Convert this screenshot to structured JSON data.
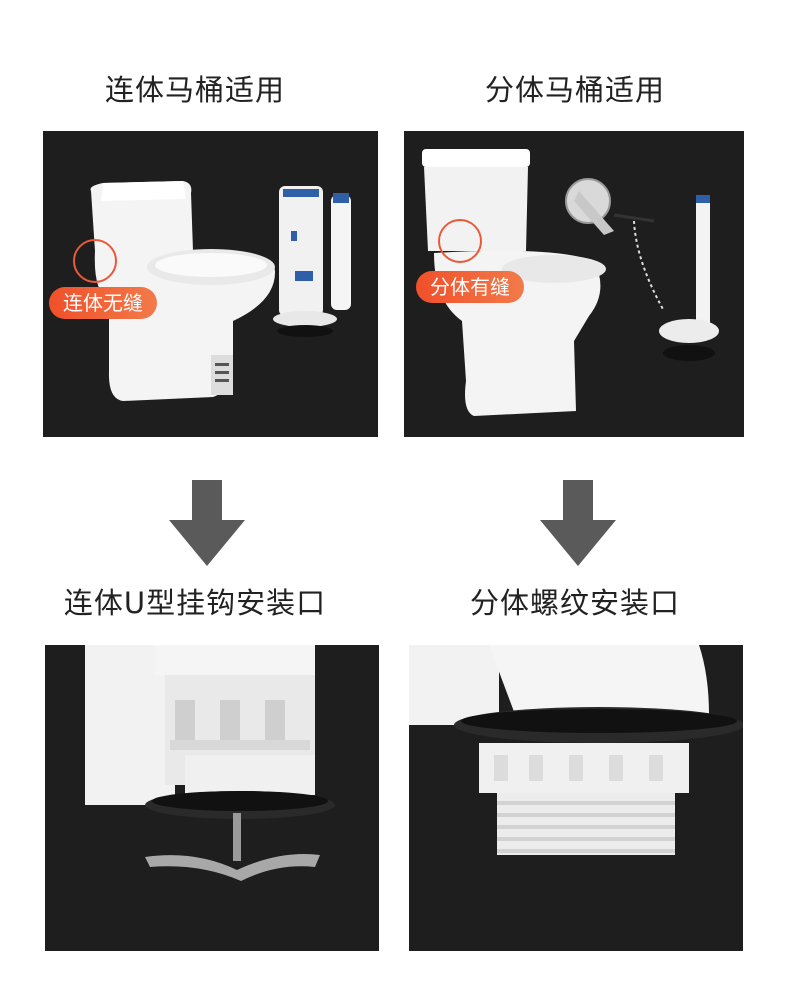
{
  "headings": {
    "one_piece": "连体马桶适用",
    "split": "分体马桶适用",
    "one_piece_mount": "连体U型挂钩安装口",
    "split_mount": "分体螺纹安装口"
  },
  "badges": {
    "one_piece_seam": "连体无缝",
    "split_seam": "分体有缝"
  },
  "colors": {
    "panel_bg": "#1e1e1e",
    "badge": "#f0502a",
    "arrow": "#5a5a5a"
  }
}
